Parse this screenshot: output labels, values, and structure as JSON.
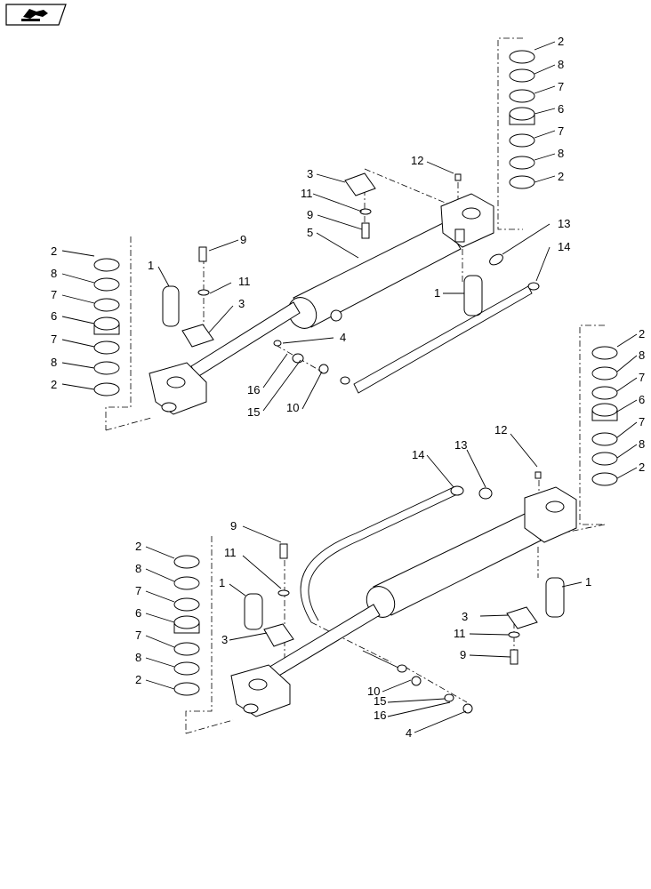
{
  "nav_icon": {
    "name": "next-page-arrow-icon"
  },
  "assemblies": [
    {
      "name": "upper",
      "callouts": [
        {
          "id": "u-2a",
          "label": "2"
        },
        {
          "id": "u-8a",
          "label": "8"
        },
        {
          "id": "u-7a",
          "label": "7"
        },
        {
          "id": "u-6a",
          "label": "6"
        },
        {
          "id": "u-7b",
          "label": "7"
        },
        {
          "id": "u-8b",
          "label": "8"
        },
        {
          "id": "u-2b",
          "label": "2"
        },
        {
          "id": "u-12",
          "label": "12"
        },
        {
          "id": "u-3a",
          "label": "3"
        },
        {
          "id": "u-11a",
          "label": "11"
        },
        {
          "id": "u-9a",
          "label": "9"
        },
        {
          "id": "u-5",
          "label": "5"
        },
        {
          "id": "u-13",
          "label": "13"
        },
        {
          "id": "u-14",
          "label": "14"
        },
        {
          "id": "u-1a",
          "label": "1"
        },
        {
          "id": "u-2c",
          "label": "2"
        },
        {
          "id": "u-8c",
          "label": "8"
        },
        {
          "id": "u-7c",
          "label": "7"
        },
        {
          "id": "u-6b",
          "label": "6"
        },
        {
          "id": "u-7d",
          "label": "7"
        },
        {
          "id": "u-8d",
          "label": "8"
        },
        {
          "id": "u-2d",
          "label": "2"
        },
        {
          "id": "u-9b",
          "label": "9"
        },
        {
          "id": "u-1b",
          "label": "1"
        },
        {
          "id": "u-11b",
          "label": "11"
        },
        {
          "id": "u-3b",
          "label": "3"
        },
        {
          "id": "u-4",
          "label": "4"
        },
        {
          "id": "u-16",
          "label": "16"
        },
        {
          "id": "u-15",
          "label": "15"
        },
        {
          "id": "u-10",
          "label": "10"
        }
      ]
    },
    {
      "name": "lower",
      "callouts": [
        {
          "id": "l-2a",
          "label": "2"
        },
        {
          "id": "l-8a",
          "label": "8"
        },
        {
          "id": "l-7a",
          "label": "7"
        },
        {
          "id": "l-6a",
          "label": "6"
        },
        {
          "id": "l-7b",
          "label": "7"
        },
        {
          "id": "l-8b",
          "label": "8"
        },
        {
          "id": "l-2b",
          "label": "2"
        },
        {
          "id": "l-12",
          "label": "12"
        },
        {
          "id": "l-13",
          "label": "13"
        },
        {
          "id": "l-14",
          "label": "14"
        },
        {
          "id": "l-9a",
          "label": "9"
        },
        {
          "id": "l-11a",
          "label": "11"
        },
        {
          "id": "l-1a",
          "label": "1"
        },
        {
          "id": "l-3a",
          "label": "3"
        },
        {
          "id": "l-2c",
          "label": "2"
        },
        {
          "id": "l-8c",
          "label": "8"
        },
        {
          "id": "l-7c",
          "label": "7"
        },
        {
          "id": "l-6b",
          "label": "6"
        },
        {
          "id": "l-7d",
          "label": "7"
        },
        {
          "id": "l-8d",
          "label": "8"
        },
        {
          "id": "l-2d",
          "label": "2"
        },
        {
          "id": "l-1b",
          "label": "1"
        },
        {
          "id": "l-3b",
          "label": "3"
        },
        {
          "id": "l-11b",
          "label": "11"
        },
        {
          "id": "l-9b",
          "label": "9"
        },
        {
          "id": "l-10",
          "label": "10"
        },
        {
          "id": "l-15",
          "label": "15"
        },
        {
          "id": "l-16",
          "label": "16"
        },
        {
          "id": "l-4",
          "label": "4"
        }
      ]
    }
  ]
}
